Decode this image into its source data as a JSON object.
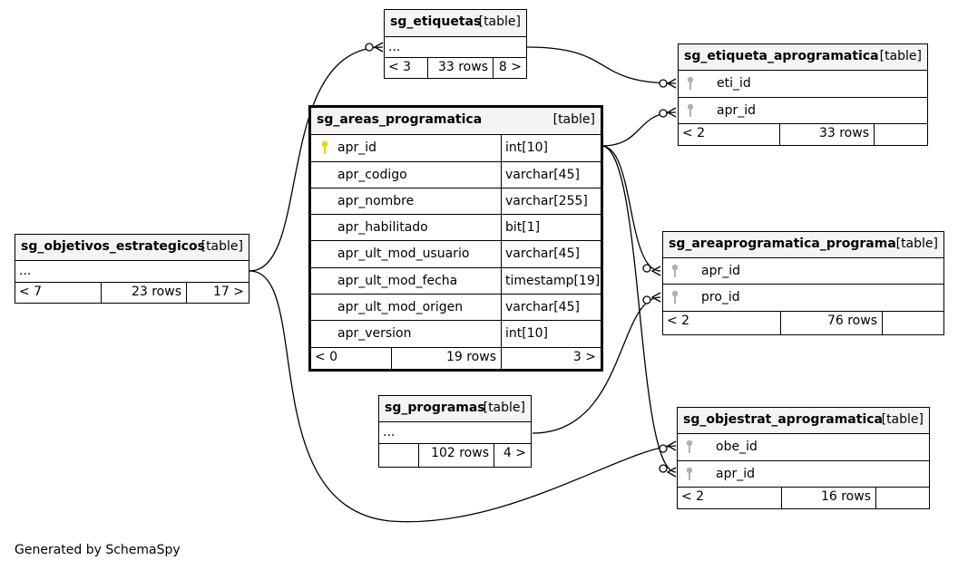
{
  "generator": "Generated by SchemaSpy",
  "colors": {
    "header_bg": "#f4f4f4",
    "primary_key": "#e8d400",
    "foreign_key": "#b0b0b0",
    "border": "#000000"
  },
  "tables": {
    "sg_etiquetas": {
      "name": "sg_etiquetas",
      "tag": "[table]",
      "ellipsis": "...",
      "footer": {
        "left": "< 3",
        "rows": "33 rows",
        "right": "8 >"
      }
    },
    "sg_etiqueta_aprogramatica": {
      "name": "sg_etiqueta_aprogramatica",
      "tag": "[table]",
      "columns": [
        {
          "name": "eti_id",
          "key": "key-icon"
        },
        {
          "name": "apr_id",
          "key": "key-icon"
        }
      ],
      "footer": {
        "left": "< 2",
        "rows": "33 rows",
        "right": ""
      }
    },
    "sg_areas_programatica": {
      "name": "sg_areas_programatica",
      "tag": "[table]",
      "columns": [
        {
          "name": "apr_id",
          "type": "int[10]",
          "key": "primary-key-icon"
        },
        {
          "name": "apr_codigo",
          "type": "varchar[45]"
        },
        {
          "name": "apr_nombre",
          "type": "varchar[255]"
        },
        {
          "name": "apr_habilitado",
          "type": "bit[1]"
        },
        {
          "name": "apr_ult_mod_usuario",
          "type": "varchar[45]"
        },
        {
          "name": "apr_ult_mod_fecha",
          "type": "timestamp[19]"
        },
        {
          "name": "apr_ult_mod_origen",
          "type": "varchar[45]"
        },
        {
          "name": "apr_version",
          "type": "int[10]"
        }
      ],
      "footer": {
        "left": "< 0",
        "rows": "19 rows",
        "right": "3 >"
      }
    },
    "sg_objetivos_estrategicos": {
      "name": "sg_objetivos_estrategicos",
      "tag": "[table]",
      "ellipsis": "...",
      "footer": {
        "left": "< 7",
        "rows": "23 rows",
        "right": "17 >"
      }
    },
    "sg_areaprogramatica_programa": {
      "name": "sg_areaprogramatica_programa",
      "tag": "[table]",
      "columns": [
        {
          "name": "apr_id",
          "key": "key-icon"
        },
        {
          "name": "pro_id",
          "key": "key-icon"
        }
      ],
      "footer": {
        "left": "< 2",
        "rows": "76 rows",
        "right": ""
      }
    },
    "sg_programas": {
      "name": "sg_programas",
      "tag": "[table]",
      "ellipsis": "...",
      "footer": {
        "left": "",
        "rows": "102 rows",
        "right": "4 >"
      }
    },
    "sg_objestrat_aprogramatica": {
      "name": "sg_objestrat_aprogramatica",
      "tag": "[table]",
      "columns": [
        {
          "name": "obe_id",
          "key": "key-icon"
        },
        {
          "name": "apr_id",
          "key": "key-icon"
        }
      ],
      "footer": {
        "left": "< 2",
        "rows": "16 rows",
        "right": ""
      }
    }
  }
}
